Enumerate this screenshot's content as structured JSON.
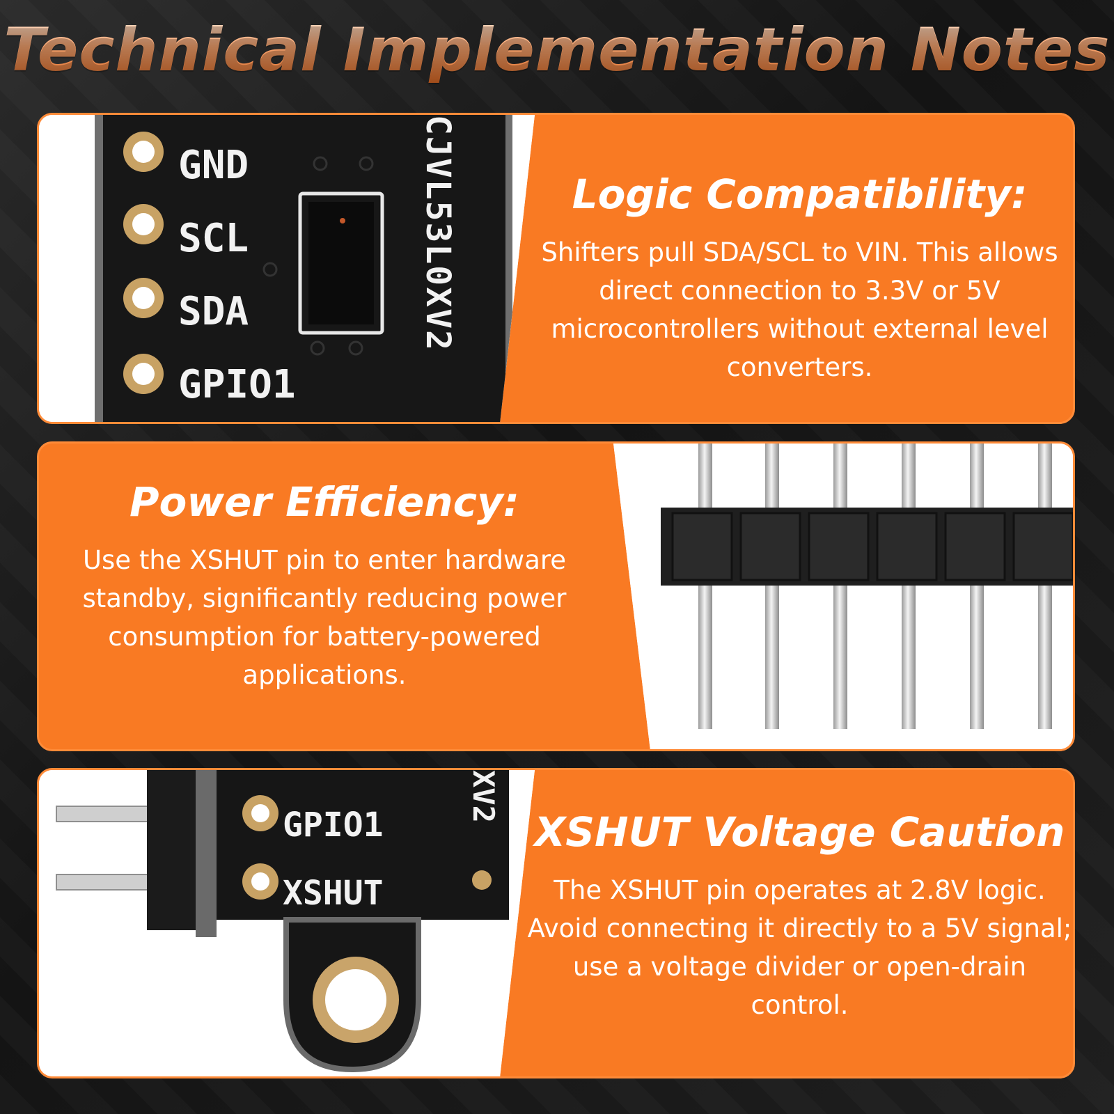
{
  "header": {
    "title": "Technical Implementation Notes"
  },
  "colors": {
    "accent": "#f97a23",
    "background": "#1a1a1a",
    "text": "#ffffff"
  },
  "sections": [
    {
      "heading": "Logic Compatibility:",
      "body": "Shifters pull SDA/SCL to VIN. This allows direct connection to 3.3V or 5V microcontrollers without external level converters.",
      "image": {
        "pin_labels": [
          "GND",
          "SCL",
          "SDA",
          "GPIO1"
        ],
        "board_marking": "CJVL53L0XV2"
      }
    },
    {
      "heading": "Power Efficiency:",
      "body": "Use the XSHUT pin to enter hardware standby, significantly reducing power consumption for battery-powered applications.",
      "image": {
        "subject": "6-pin-header"
      }
    },
    {
      "heading": "XSHUT Voltage Caution",
      "body": "The XSHUT pin operates at 2.8V logic. Avoid connecting it directly to a 5V signal; use a voltage divider or open-drain control.",
      "image": {
        "pin_labels": [
          "GPIO1",
          "XSHUT"
        ],
        "board_marking": "XV2"
      }
    }
  ]
}
